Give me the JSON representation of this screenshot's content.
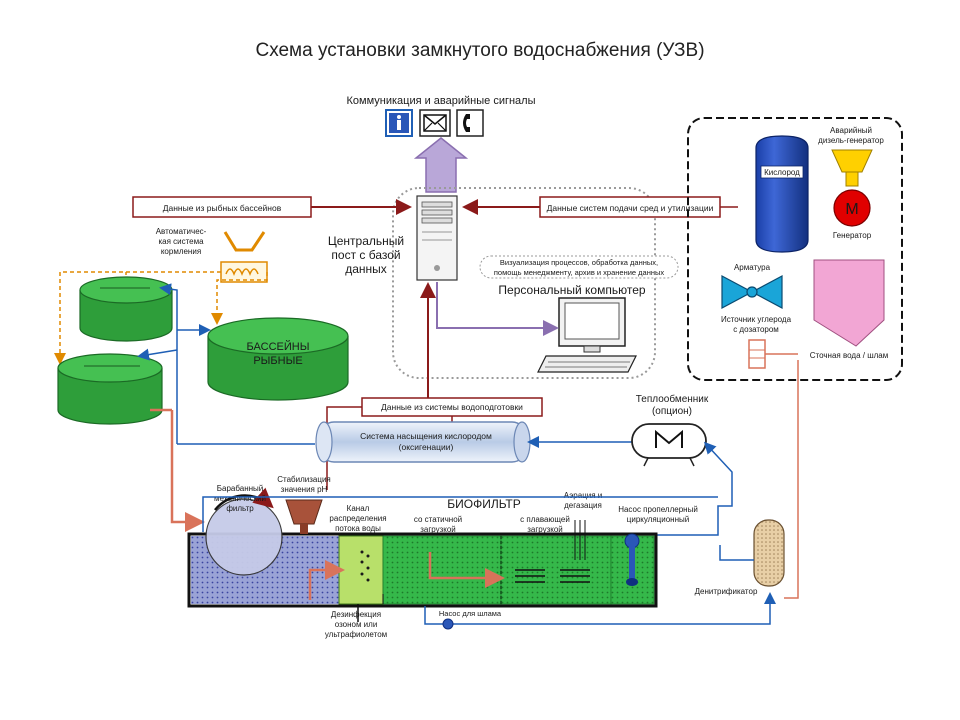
{
  "title": "Схема установки замкнутого водоснабжения (УЗВ)",
  "communications": {
    "label": "Коммуникация и аварийные сигналы",
    "icons": [
      "info-icon",
      "mail-icon",
      "phone-icon"
    ]
  },
  "data_boxes": {
    "fish_pools": "Данные из рыбных бассейнов",
    "supply_systems": "Данные систем подачи сред и утилизации",
    "water_treatment": "Данные из системы водоподготовки"
  },
  "central_post": {
    "line1": "Центральный",
    "line2": "пост с базой",
    "line3": "данных"
  },
  "visualization": {
    "line1": "Визуализация процессов, обработка данных,",
    "line2": "помощь менеджменту, архив и хранение данных"
  },
  "pc_label": "Персональный компьютер",
  "feeding": {
    "line1": "Автоматичес-",
    "line2": "кая система",
    "line3": "кормления"
  },
  "pools": {
    "line1": "БАССЕЙНЫ",
    "line2": "РЫБНЫЕ"
  },
  "oxygen_system": {
    "line1": "Система насыщения кислородом",
    "line2": "(оксигенации)"
  },
  "heat_exchanger": {
    "line1": "Теплообменник",
    "line2": "(опцион)"
  },
  "drum_filter": {
    "line1": "Барабанный",
    "line2": "механический",
    "line3": "фильтр"
  },
  "ph_stabilization": {
    "line1": "Стабилизация",
    "line2": "значения pH"
  },
  "channel": {
    "line1": "Канал",
    "line2": "распределения",
    "line3": "потока воды"
  },
  "biofilter": {
    "title": "БИОФИЛЬТР",
    "static_line1": "со статичной",
    "static_line2": "загрузкой",
    "floating_line1": "с плавающей",
    "floating_line2": "загрузкой"
  },
  "aeration": {
    "line1": "Аэрация и",
    "line2": "дегазация"
  },
  "propeller_pump": {
    "line1": "Насос пропеллерный",
    "line2": "циркуляционный"
  },
  "disinfection": {
    "line1": "Дезинфекция",
    "line2": "озоном или",
    "line3": "ультрафиолетом"
  },
  "sludge_pump": "Насос для шлама",
  "denitrifier": "Денитрификатор",
  "oxygen_tank": "Кислород",
  "generator": {
    "line1": "Аварийный",
    "line2": "дизель-генератор",
    "motor_letter": "М",
    "label": "Генератор"
  },
  "valve": "Арматура",
  "carbon_source": {
    "line1": "Источник углерода",
    "line2": "с дозатором"
  },
  "wastewater": "Сточная вода / шлам",
  "colors": {
    "dark_red": "#8b1a1a",
    "pool_green": "#2e9e3a",
    "pipe_blue": "#1f5fb5",
    "purple": "#8a6fb0",
    "orange": "#e08a00",
    "salmon": "#d9735a",
    "oxygen_blue": "#1a3fa8",
    "pink": "#f2a6d4"
  }
}
